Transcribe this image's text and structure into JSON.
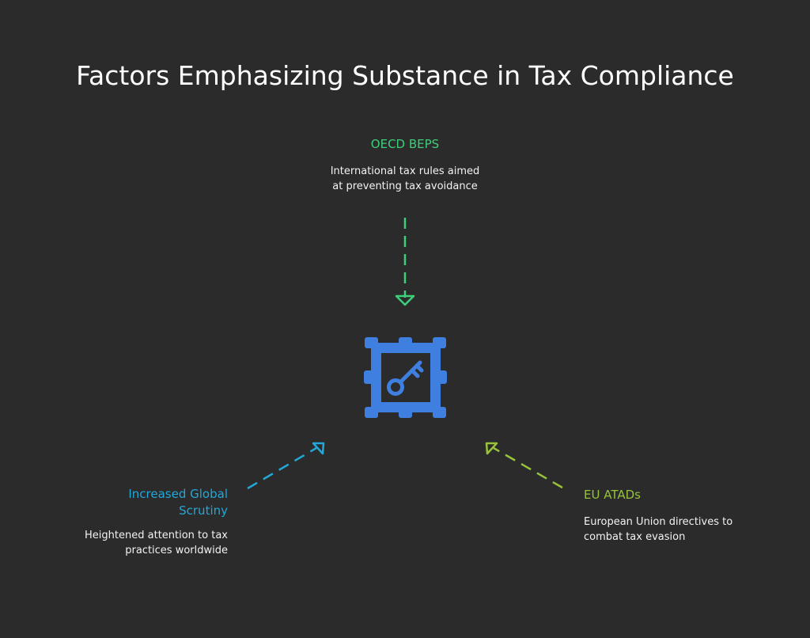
{
  "title": "Factors Emphasizing Substance in Tax Compliance",
  "colors": {
    "background": "#2b2b2b",
    "oecd": "#3ecf7a",
    "scrutiny": "#22a8d8",
    "atad": "#99c23b",
    "hub": "#3f7fe0"
  },
  "hub": {
    "icon": "key-frame-icon"
  },
  "factors": [
    {
      "id": "oecd",
      "heading": "OECD BEPS",
      "description": "International tax rules aimed at preventing tax avoidance"
    },
    {
      "id": "scrutiny",
      "heading": "Increased Global Scrutiny",
      "description": "Heightened attention to tax practices worldwide"
    },
    {
      "id": "atad",
      "heading": "EU ATADs",
      "description": "European Union directives to combat tax evasion"
    }
  ]
}
